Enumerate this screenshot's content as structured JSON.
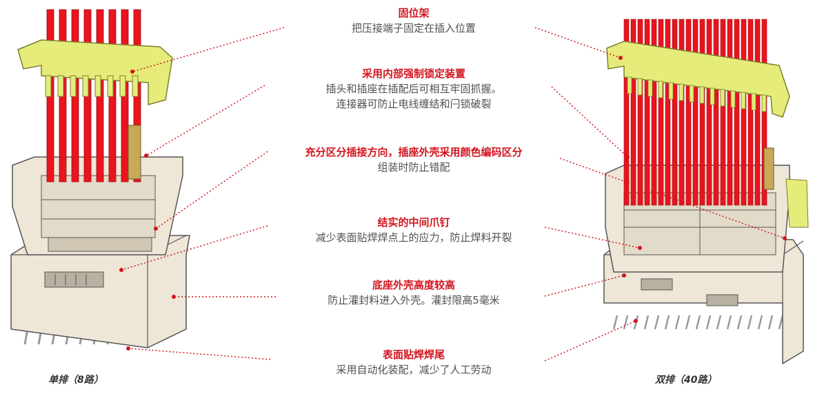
{
  "features": [
    {
      "title": "固位架",
      "desc": [
        "把压接端子固定在插入位置"
      ]
    },
    {
      "title": "采用内部强制锁定装置",
      "desc": [
        "插头和插座在插配后可相互牢固抓握。",
        "连接器可防止电线缠结和闩锁破裂"
      ]
    },
    {
      "title": "充分区分插接方向，插座外壳采用颜色编码区分",
      "desc": [
        "组装时防止错配"
      ]
    },
    {
      "title": "结实的中间爪钉",
      "desc": [
        "减少表面贴焊焊点上的应力，防止焊料开裂"
      ]
    },
    {
      "title": "底座外壳高度较高",
      "desc": [
        "防止灌封料进入外壳。灌封限高5毫米"
      ]
    },
    {
      "title": "表面贴焊焊尾",
      "desc": [
        "采用自动化装配，减少了人工劳动"
      ]
    }
  ],
  "captions": {
    "left": "单排（8路）",
    "right": "双排（40路）"
  },
  "colors": {
    "accent": "#d2141e",
    "wire": "#e8141e",
    "retainer": "#e6ec7a",
    "housing": "#eee6d6",
    "outline": "#555555",
    "pin": "#aaaaaa"
  }
}
